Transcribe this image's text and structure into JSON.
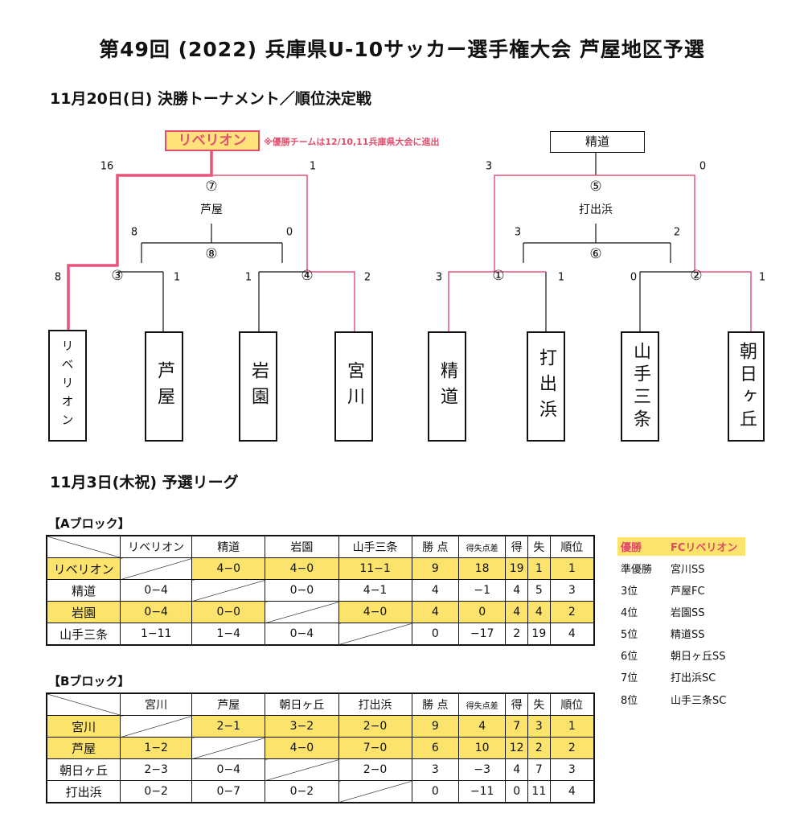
{
  "title": "第49回 (2022) 兵庫県U-10サッカー選手権大会 芦屋地区予選",
  "final_heading": "11月20日(日) 決勝トーナメント／順位決定戦",
  "league_heading": "11月3日(木祝) 予選リーグ",
  "bracket_left": {
    "winner": "リベリオン",
    "note": "※優勝チームは12/10,11兵庫県大会に進出",
    "final_marker": "⑦",
    "final_venue": "芦屋",
    "third_marker": "⑧",
    "semi1_marker": "③",
    "semi2_marker": "④",
    "scores": {
      "top_l": "16",
      "top_r": "1",
      "third_l": "8",
      "third_r": "0",
      "s1_l": "8",
      "s1_r": "1",
      "s2_l": "1",
      "s2_r": "2"
    },
    "teams": [
      "リベリオン",
      "芦屋",
      "岩園",
      "宮川"
    ]
  },
  "bracket_right": {
    "winner": "精道",
    "final_marker": "⑤",
    "final_venue": "打出浜",
    "third_marker": "⑥",
    "semi1_marker": "①",
    "semi2_marker": "②",
    "scores": {
      "top_l": "3",
      "top_r": "0",
      "third_l": "3",
      "third_r": "2",
      "s1_l": "3",
      "s1_r": "1",
      "s2_l": "0",
      "s2_r": "1"
    },
    "teams": [
      "精道",
      "打出浜",
      "山手三条",
      "朝日ヶ丘"
    ]
  },
  "block_a": {
    "label": "【Aブロック】",
    "headers": [
      "リベリオン",
      "精道",
      "岩園",
      "山手三条",
      "勝 点",
      "得失点差",
      "得",
      "失",
      "順位"
    ],
    "rows": [
      {
        "name": "リベリオン",
        "cells": [
          "",
          "4−0",
          "4−0",
          "11−1",
          "9",
          "18",
          "19",
          "1",
          "1"
        ],
        "hl": true
      },
      {
        "name": "精道",
        "cells": [
          "0−4",
          "",
          "0−0",
          "4−1",
          "4",
          "−1",
          "4",
          "5",
          "3"
        ],
        "hl": false
      },
      {
        "name": "岩園",
        "cells": [
          "0−4",
          "0−0",
          "",
          "4−0",
          "4",
          "0",
          "4",
          "4",
          "2"
        ],
        "hl": true
      },
      {
        "name": "山手三条",
        "cells": [
          "1−11",
          "1−4",
          "0−4",
          "",
          "0",
          "−17",
          "2",
          "19",
          "4"
        ],
        "hl": false
      }
    ]
  },
  "block_b": {
    "label": "【Bブロック】",
    "headers": [
      "宮川",
      "芦屋",
      "朝日ヶ丘",
      "打出浜",
      "勝 点",
      "得失点差",
      "得",
      "失",
      "順位"
    ],
    "rows": [
      {
        "name": "宮川",
        "cells": [
          "",
          "2−1",
          "3−2",
          "2−0",
          "9",
          "4",
          "7",
          "3",
          "1"
        ],
        "hl": true
      },
      {
        "name": "芦屋",
        "cells": [
          "1−2",
          "",
          "4−0",
          "7−0",
          "6",
          "10",
          "12",
          "2",
          "2"
        ],
        "hl": true
      },
      {
        "name": "朝日ヶ丘",
        "cells": [
          "2−3",
          "0−4",
          "",
          "2−0",
          "3",
          "−3",
          "4",
          "7",
          "3"
        ],
        "hl": false
      },
      {
        "name": "打出浜",
        "cells": [
          "0−2",
          "0−7",
          "0−2",
          "",
          "0",
          "−11",
          "0",
          "11",
          "4"
        ],
        "hl": false
      }
    ]
  },
  "ranking": [
    {
      "place": "優勝",
      "team": "FCリベリオン"
    },
    {
      "place": "準優勝",
      "team": "宮川SS"
    },
    {
      "place": "3位",
      "team": "芦屋FC"
    },
    {
      "place": "4位",
      "team": "岩園SS"
    },
    {
      "place": "5位",
      "team": "精道SS"
    },
    {
      "place": "6位",
      "team": "朝日ヶ丘SS"
    },
    {
      "place": "7位",
      "team": "打出浜SC"
    },
    {
      "place": "8位",
      "team": "山手三条SC"
    }
  ],
  "colors": {
    "highlight": "#fce36b",
    "winner_line": "#e8547a",
    "accent": "#e04a6a"
  }
}
